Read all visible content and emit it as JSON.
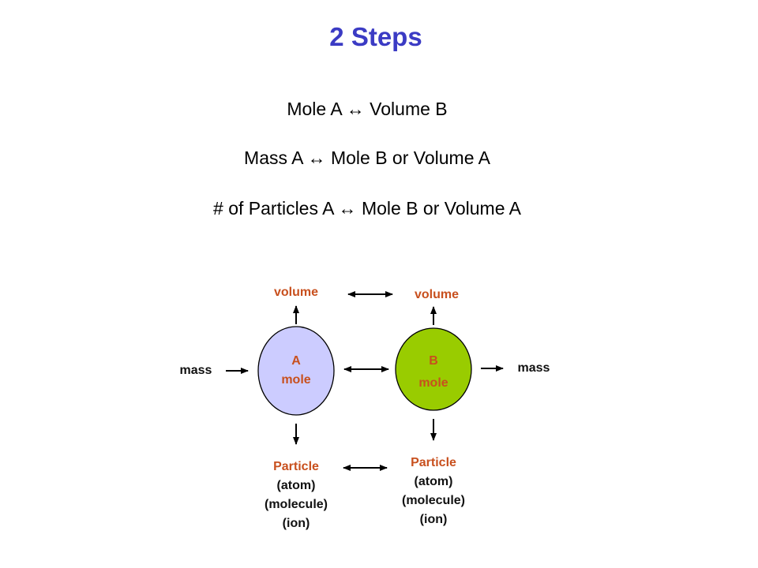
{
  "title": "2 Steps",
  "lines": [
    "Mole A ↔ Volume B",
    "Mass A ↔ Mole B or Volume A",
    "# of Particles A ↔ Mole B or Volume A"
  ],
  "diagram": {
    "a": {
      "letter": "A",
      "word": "mole",
      "fill": "#ccccff"
    },
    "b": {
      "letter": "B",
      "word": "mole",
      "fill": "#99cc00"
    },
    "volume_a": "volume",
    "volume_b": "volume",
    "mass_a": "mass",
    "mass_b": "mass",
    "particle_a": [
      "Particle",
      "(atom)",
      "(molecule)",
      "(ion)"
    ],
    "particle_b": [
      "Particle",
      "(atom)",
      "(molecule)",
      "(ion)"
    ]
  },
  "colors": {
    "title": "#3b3bc4",
    "label": "#c8501e"
  }
}
